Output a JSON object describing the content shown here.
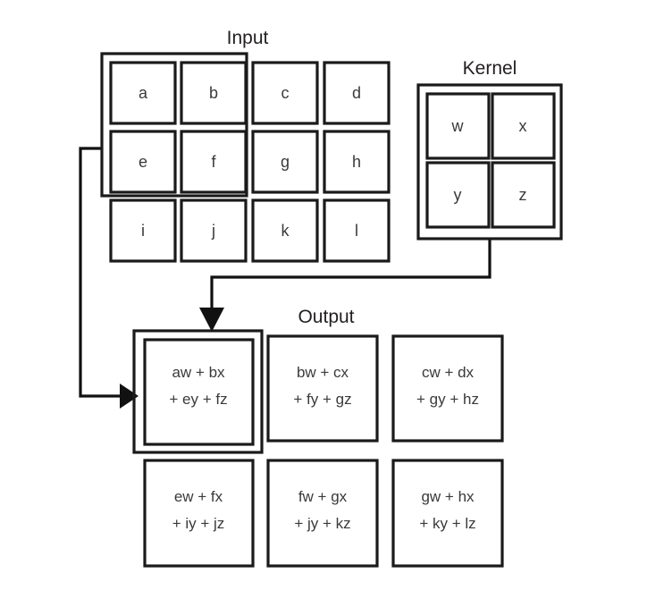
{
  "diagram": {
    "type": "convolution-illustration",
    "background_color": "#ffffff",
    "line_color": "#111111",
    "text_color": "#3a3a3a",
    "title_color": "#231f20"
  },
  "input": {
    "title": "Input",
    "rows": 3,
    "cols": 4,
    "cells": [
      [
        "a",
        "b",
        "c",
        "d"
      ],
      [
        "e",
        "f",
        "g",
        "h"
      ],
      [
        "i",
        "j",
        "k",
        "l"
      ]
    ],
    "highlight": {
      "label": "receptive-field",
      "cells": [
        "a",
        "b",
        "e",
        "f"
      ],
      "row_start": 0,
      "col_start": 0,
      "row_span": 2,
      "col_span": 2
    }
  },
  "kernel": {
    "title": "Kernel",
    "rows": 2,
    "cols": 2,
    "cells": [
      [
        "w",
        "x"
      ],
      [
        "y",
        "z"
      ]
    ]
  },
  "output": {
    "title": "Output",
    "rows": 2,
    "cols": 3,
    "cells": [
      [
        {
          "line1": "aw + bx",
          "line2": "+ ey + fz"
        },
        {
          "line1": "bw + cx",
          "line2": "+ fy + gz"
        },
        {
          "line1": "cw + dx",
          "line2": "+ gy + hz"
        }
      ],
      [
        {
          "line1": "ew + fx",
          "line2": "+ iy + jz"
        },
        {
          "line1": "fw + gx",
          "line2": "+ jy + kz"
        },
        {
          "line1": "gw + hx",
          "line2": "+ ky + lz"
        }
      ]
    ],
    "highlight": {
      "label": "first-output-element",
      "cell": "aw + bx + ey + fz",
      "row": 0,
      "col": 0
    }
  },
  "connectors": [
    {
      "name": "input-to-output",
      "from": "input-highlight-box",
      "to": "output-highlight-box",
      "arrow": "right"
    },
    {
      "name": "kernel-to-output",
      "from": "kernel-box",
      "to": "output-highlight-box",
      "arrow": "down"
    }
  ]
}
